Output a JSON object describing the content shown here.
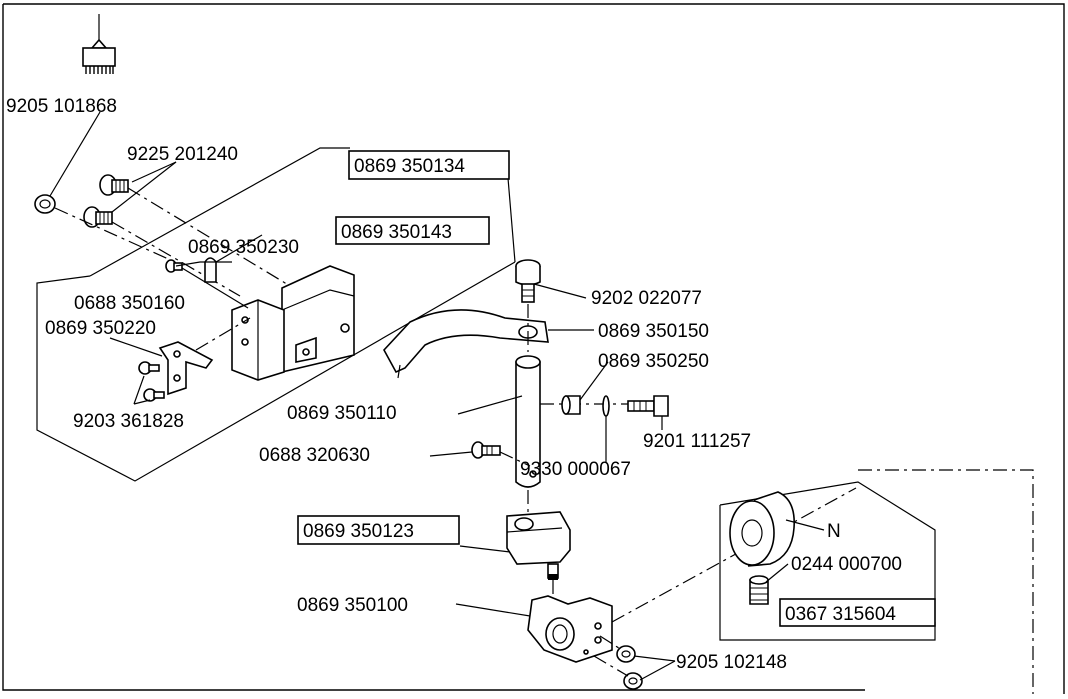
{
  "labels": {
    "brush": "9205 101868",
    "screws_top": "9225 201240",
    "boxed_main": "0869 350134",
    "clip": "0869 350230",
    "boxed_guide": "0869 350143",
    "small_screw": "0688 350160",
    "bracket": "0869 350220",
    "bracket_screws": "9203 361828",
    "cap_screw": "9202 022077",
    "lever": "0869 350150",
    "roller": "0869 350250",
    "shaft": "0869 350110",
    "hex_bolt": "9201 111257",
    "shaft_screw": "0688 320630",
    "washer": "9330 000067",
    "boxed_collar": "0869 350123",
    "boxed_kit": "0367 315604",
    "detail_n": "N",
    "set_screw": "0244 000700",
    "holder": "0869 350100",
    "holder_screws": "9205 102148"
  }
}
